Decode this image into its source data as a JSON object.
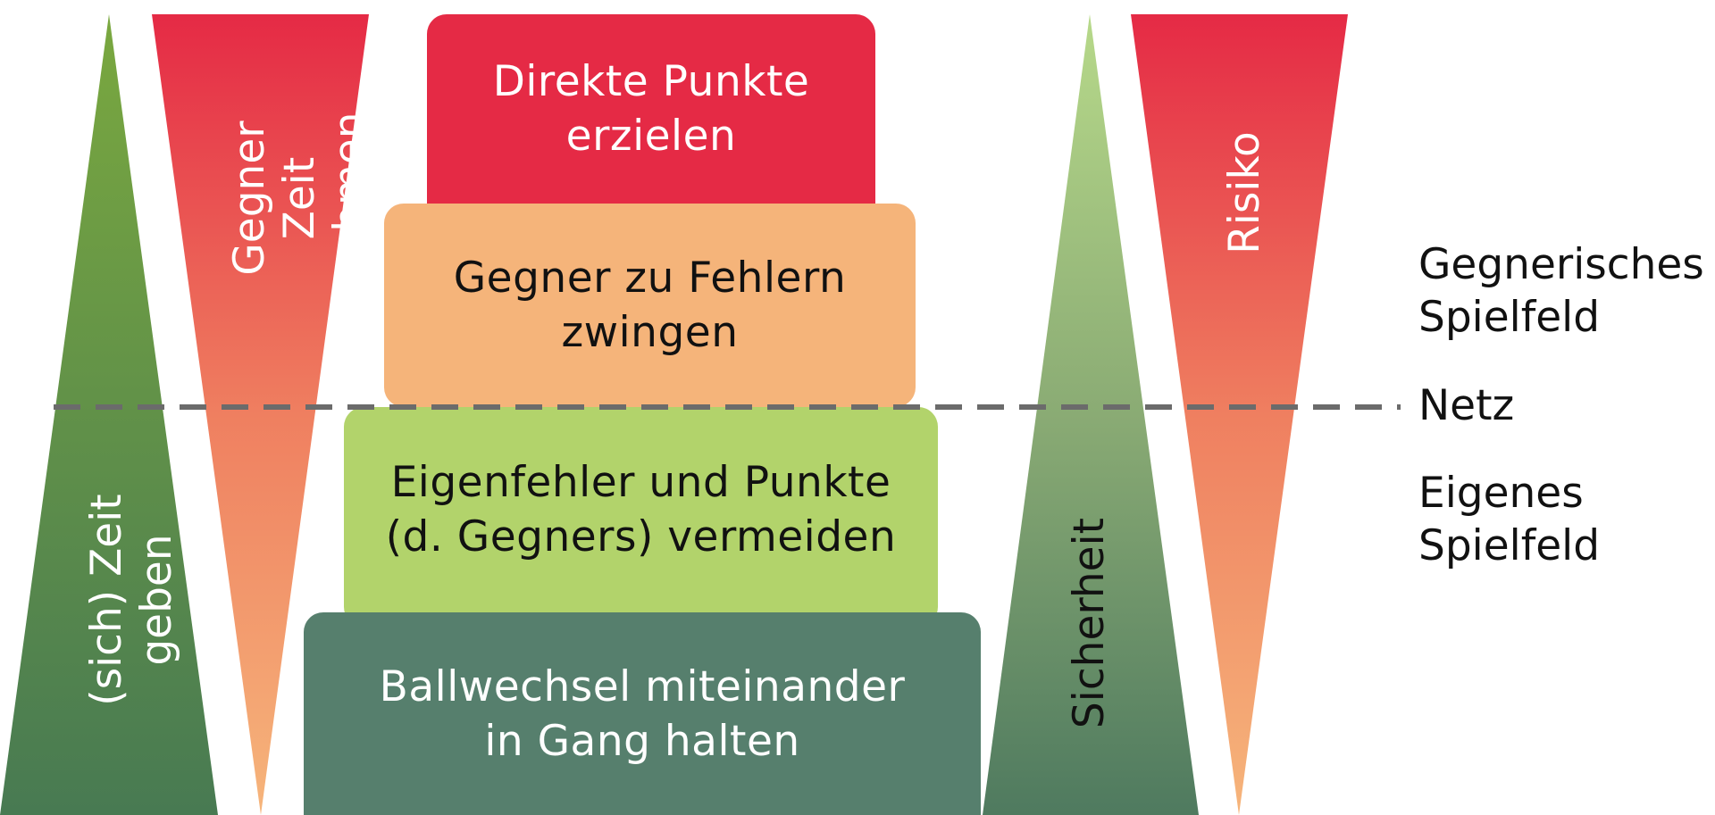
{
  "colors": {
    "red": "#e52a45",
    "orange": "#f5b47a",
    "light_green": "#b2d36b",
    "dark_green": "#567f6d",
    "net_line": "#6b6b6b",
    "white_text": "#ffffff",
    "dark_text": "#111111"
  },
  "levels": [
    {
      "label": "Direkte Punkte\nerzielen"
    },
    {
      "label": "Gegner zu Fehlern\nzwingen"
    },
    {
      "label": "Eigenfehler und Punkte\n(d. Gegners) vermeiden"
    },
    {
      "label": "Ballwechsel miteinander\nin Gang halten"
    }
  ],
  "wedges": {
    "zeit_geben": "(sich) Zeit geben",
    "zeit_nehmen": "Gegner\nZeit nehmen",
    "sicherheit": "Sicherheit",
    "risiko": "Risiko"
  },
  "court": {
    "opponent_field": "Gegnerisches\nSpielfeld",
    "net": "Netz",
    "own_field": "Eigenes\nSpielfeld"
  }
}
